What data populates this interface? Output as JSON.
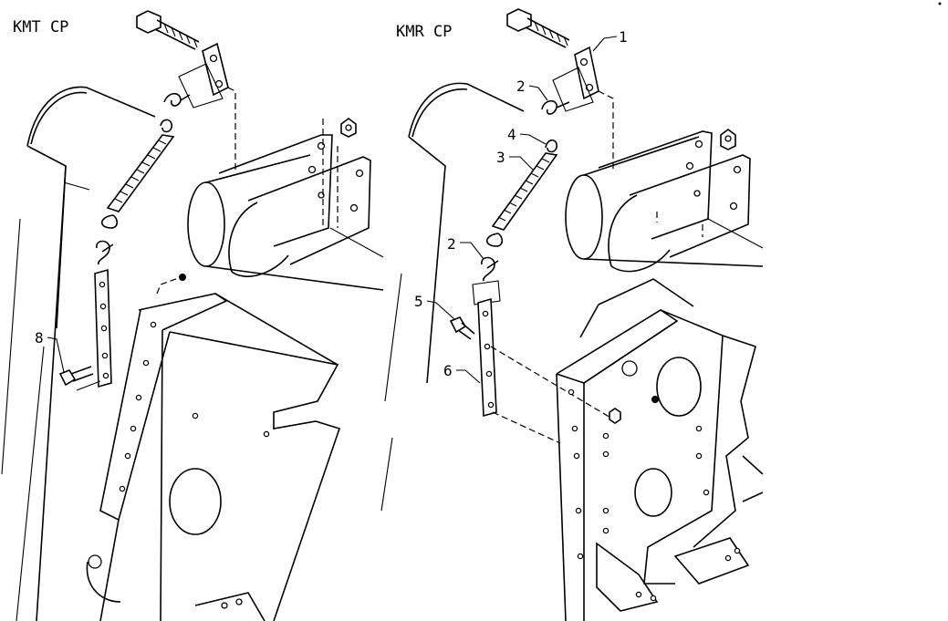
{
  "panels": {
    "left_title": "KMT CP",
    "right_title": "KMR CP"
  },
  "callouts": {
    "c1": "1",
    "c2a": "2",
    "c2b": "2",
    "c3": "3",
    "c4": "4",
    "c5": "5",
    "c6": "6",
    "c8": "8"
  },
  "colors": {
    "line": "#000000",
    "background": "#ffffff"
  }
}
